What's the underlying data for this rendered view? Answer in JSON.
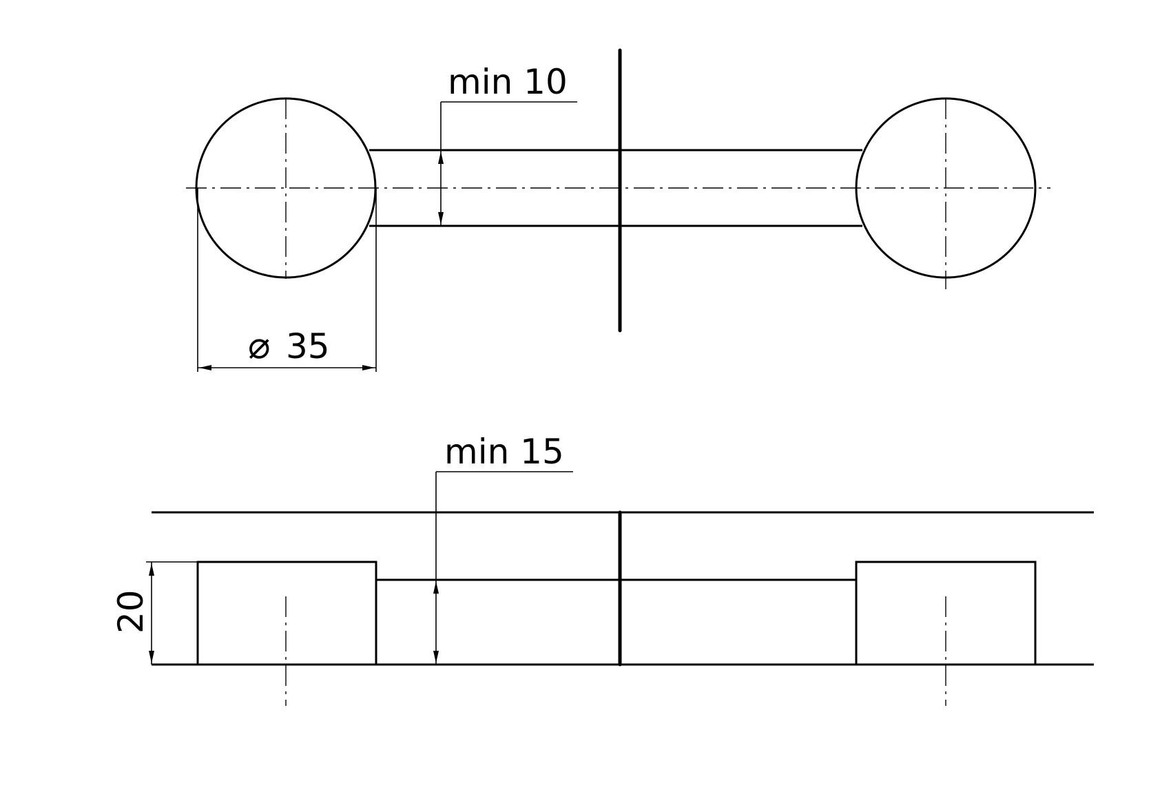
{
  "top_view": {
    "dimension_diameter": {
      "symbol": "⌀",
      "value": "35"
    },
    "dimension_bar_width": "min 10"
  },
  "side_view": {
    "dimension_height": "20",
    "dimension_bar_height": "min 15"
  }
}
